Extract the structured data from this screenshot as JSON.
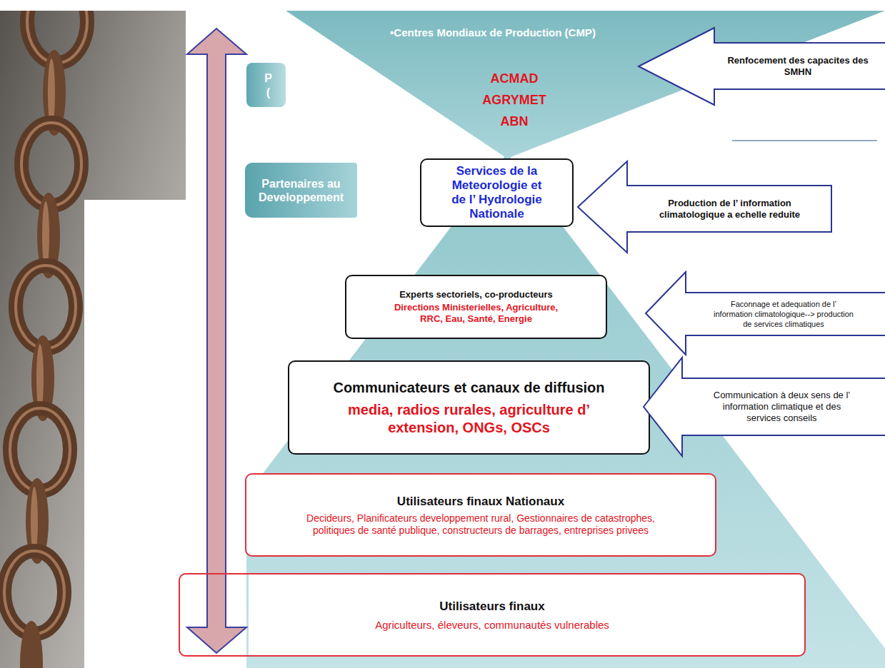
{
  "diagram": {
    "nodes": [
      {
        "text": [
          "•Centres Mondiaux de Production (CMP)",
          "ACMAD AGRYMET ABN"
        ]
      },
      {
        "text": [
          "P",
          "("
        ]
      },
      {
        "text": [
          "Renfocement des capacites des SMHN"
        ]
      },
      {
        "text": [
          "Partenaires au Developpement"
        ]
      },
      {
        "text": [
          "Services de la Meteorologie et de l’ Hydrologie Nationale"
        ]
      },
      {
        "text": [
          "Production de l’ information climatologique a echelle reduite"
        ]
      },
      {
        "text": [
          "Experts sectoriels, co-producteurs",
          "Directions Ministerielles, Agriculture, RRC, Eau, Santé, Energie"
        ]
      },
      {
        "text": [
          "Faconnage et adequation de l’ information climatologique--> production de services climatiques"
        ]
      },
      {
        "text": [
          "Communicateurs et canaux de diffusion",
          "media, radios rurales, agriculture d’ extension, ONGs, OSCs"
        ]
      },
      {
        "text": [
          "Communication à deux sens de l’ information climatique et des services conseils"
        ]
      },
      {
        "text": [
          "Utilisateurs finaux Nationaux",
          "Decideurs, Planificateurs developpement rural, Gestionnaires de catastrophes, politiques de santé publique, constructeurs de barrages, entreprises privees"
        ]
      },
      {
        "text": [
          "Utilisateurs finaux",
          "Agriculteurs, éleveurs, communautés vulnerables"
        ]
      }
    ]
  }
}
